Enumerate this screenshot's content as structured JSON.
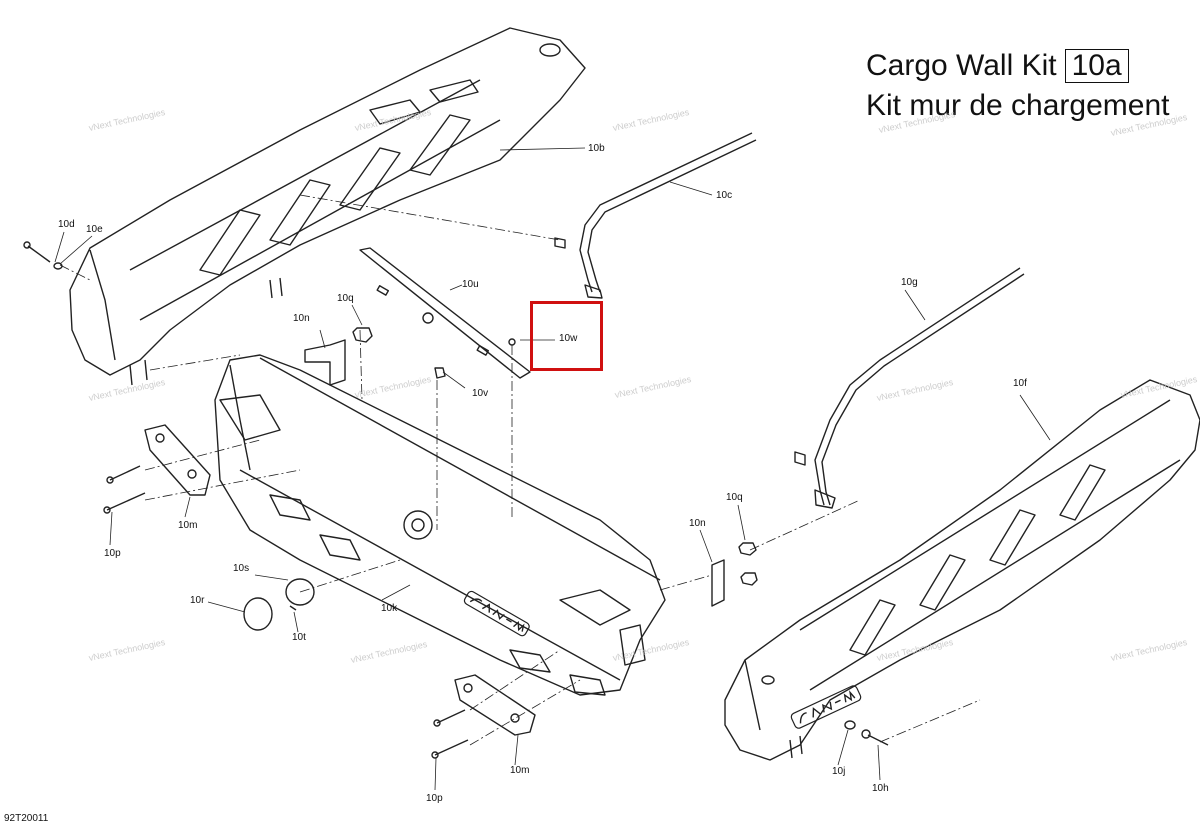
{
  "title": {
    "line1": "Cargo Wall Kit",
    "kit_number": "10a",
    "line2": "Kit mur de chargement"
  },
  "diagram_id": "92T20011",
  "watermark_text": "vNext Technologies",
  "highlight_color": "#d01010",
  "callouts": {
    "c10b": "10b",
    "c10c": "10c",
    "c10d": "10d",
    "c10e": "10e",
    "c10u": "10u",
    "c10q_top": "10q",
    "c10n_left": "10n",
    "c10w": "10w",
    "c10v": "10v",
    "c10g": "10g",
    "c10f": "10f",
    "c10m_top": "10m",
    "c10p_top": "10p",
    "c10s": "10s",
    "c10r": "10r",
    "c10t": "10t",
    "c10k": "10k",
    "c10q_right": "10q",
    "c10n_right": "10n",
    "c10m_bottom": "10m",
    "c10p_bottom": "10p",
    "c10j": "10j",
    "c10h": "10h"
  }
}
